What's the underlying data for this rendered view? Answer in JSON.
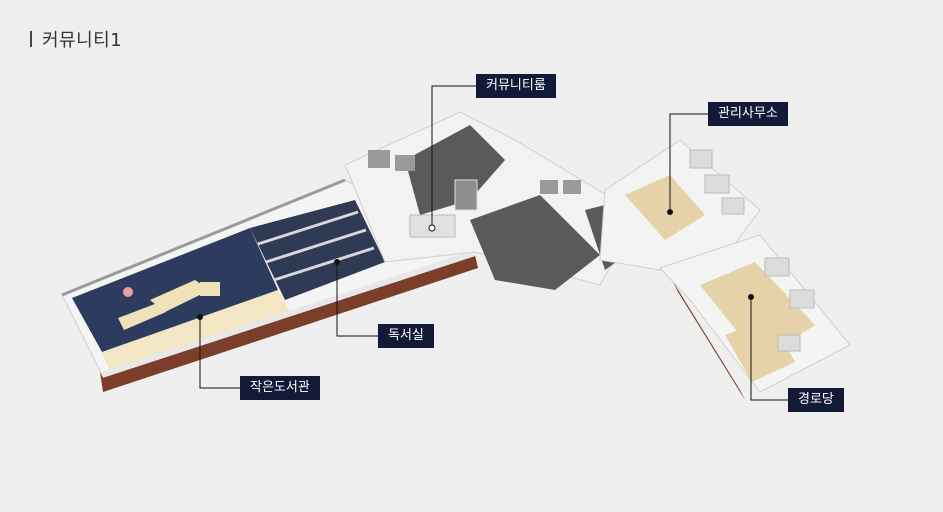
{
  "page": {
    "title": "커뮤니티1"
  },
  "callouts": {
    "community_room": "커뮤니티룸",
    "management_office": "관리사무소",
    "reading_room": "독서실",
    "small_library": "작은도서관",
    "senior_center": "경로당"
  },
  "colors": {
    "label_bg": "#131a38",
    "label_text": "#ffffff",
    "library_floor": "#2d3b5e",
    "reading_floor": "#2f3a55",
    "community_floor": "#5a5a5a",
    "wood_floor": "#e6d2a8",
    "wall": "#ffffff",
    "brick_base": "#7a3e2a",
    "leader_line": "#111111"
  }
}
